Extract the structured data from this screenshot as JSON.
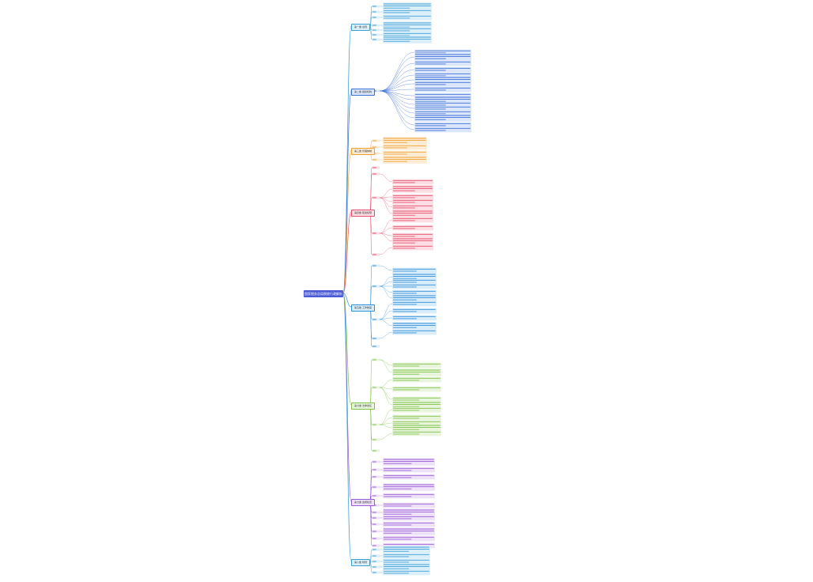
{
  "root": {
    "title": "国家税务总局税收行政解析"
  },
  "chapters": [
    {
      "label": "第一章 总则",
      "color": "#3c9fd6",
      "bg": "#dbeffa"
    },
    {
      "label": "第二章 组织机构",
      "color": "#3c6fd6",
      "bg": "#dbe6fa"
    },
    {
      "label": "第三章 管理体制",
      "color": "#f0a030",
      "bg": "#fdecd4"
    },
    {
      "label": "第四章 职责权限",
      "color": "#e84f6a",
      "bg": "#fbdde3"
    },
    {
      "label": "第五章 工作制度",
      "color": "#2f8fd8",
      "bg": "#d9ecfa"
    },
    {
      "label": "第六章 法律责任",
      "color": "#7ec24a",
      "bg": "#e8f5dc"
    },
    {
      "label": "第七章 监督检查",
      "color": "#9a5bd6",
      "bg": "#eee2f9"
    },
    {
      "label": "第八章 附则",
      "color": "#3c9fd6",
      "bg": "#dbeffa"
    }
  ]
}
